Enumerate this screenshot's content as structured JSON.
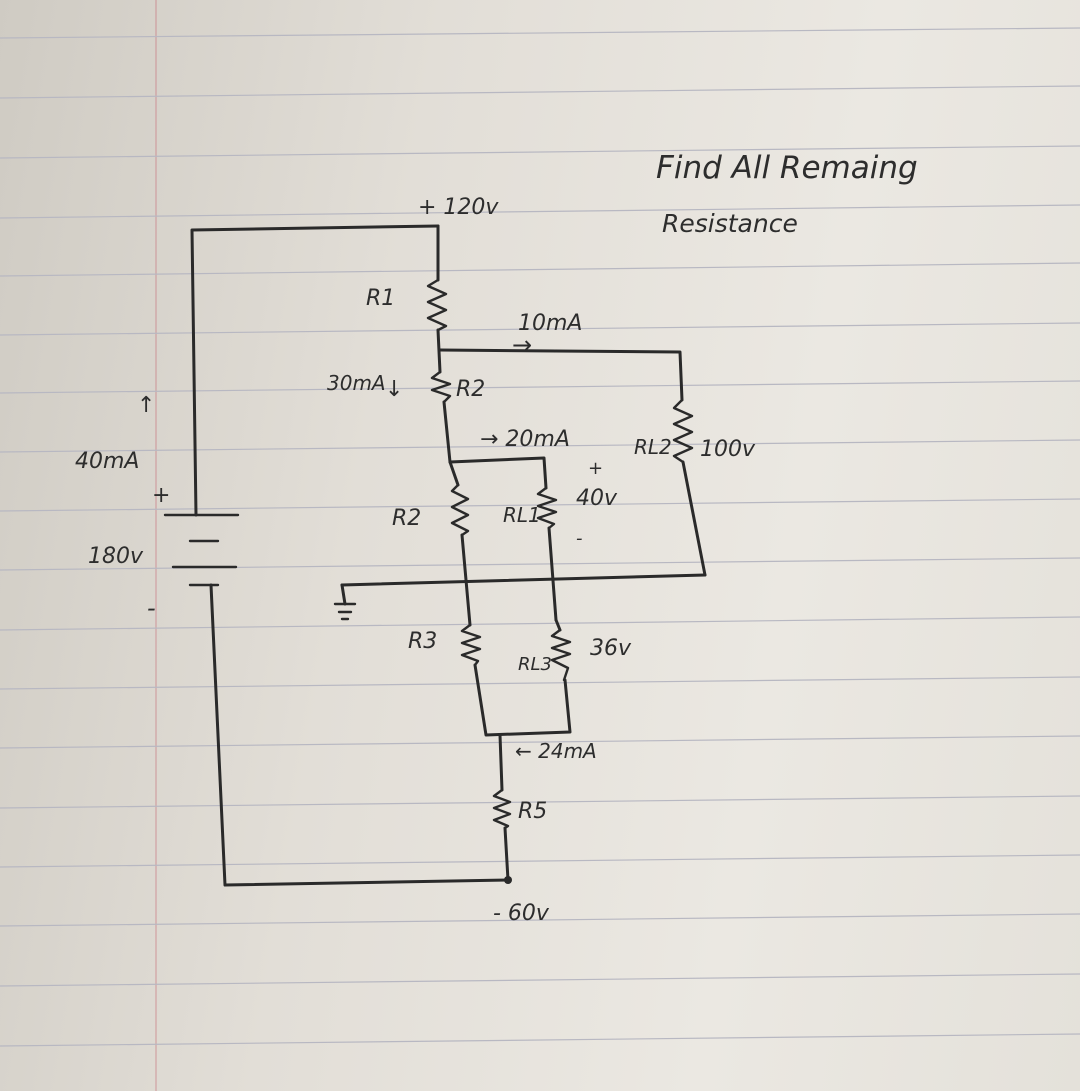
{
  "title": {
    "line1": "Find All Remaing",
    "line2": "Resistance"
  },
  "labels": {
    "top_voltage": "+ 120v",
    "bottom_voltage": "- 60v",
    "source_voltage": "180v",
    "source_current": "40mA",
    "source_plus": "+",
    "source_minus": "-",
    "up_arrow": "↑",
    "current_10": "10mA",
    "arrow_right": "→",
    "current_30": "30mA",
    "down_arrow": "↓",
    "current_20": "→ 20mA",
    "current_bottom": "← 24mA",
    "r1": "R1",
    "r2_top": "R2",
    "r2_mid": "R2",
    "r3": "R3",
    "r5": "R5",
    "rl1": "RL1",
    "rl2": "RL2",
    "rl3": "RL3",
    "v_rl1": "40v",
    "v_rl1_plus": "+",
    "v_rl1_minus": "-",
    "v_rl2": "100v",
    "v_rl3": "36v"
  }
}
